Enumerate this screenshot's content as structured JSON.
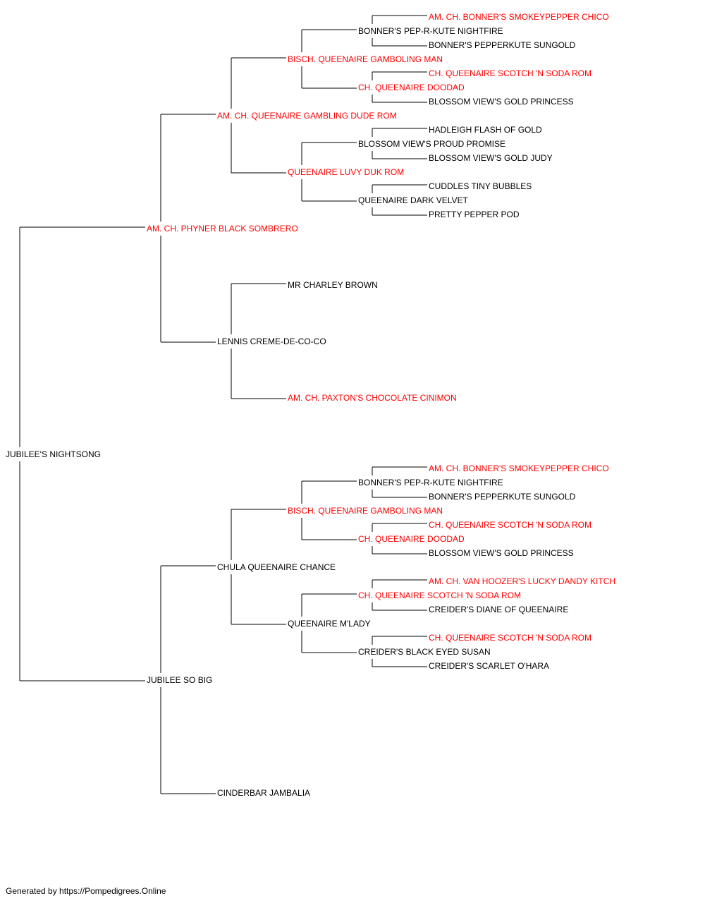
{
  "colors": {
    "champion": "#ff0000",
    "regular": "#000000",
    "line": "#000000"
  },
  "pedigree": {
    "name": "JUBILEE'S NIGHTSONG",
    "champion": false,
    "sire": {
      "name": "AM. CH. PHYNER BLACK SOMBRERO",
      "champion": true,
      "sire": {
        "name": "AM. CH. QUEENAIRE GAMBLING DUDE ROM",
        "champion": true,
        "sire": {
          "name": "BISCH. QUEENAIRE GAMBOLING MAN",
          "champion": true,
          "sire": {
            "name": "BONNER'S PEP-R-KUTE NIGHTFIRE",
            "champion": false,
            "sire": {
              "name": "AM. CH. BONNER'S SMOKEYPEPPER CHICO",
              "champion": true
            },
            "dam": {
              "name": "BONNER'S PEPPERKUTE SUNGOLD",
              "champion": false
            }
          },
          "dam": {
            "name": "CH. QUEENAIRE DOODAD",
            "champion": true,
            "sire": {
              "name": "CH. QUEENAIRE SCOTCH 'N SODA ROM",
              "champion": true
            },
            "dam": {
              "name": "BLOSSOM VIEW'S GOLD PRINCESS",
              "champion": false
            }
          }
        },
        "dam": {
          "name": "QUEENAIRE LUVY DUK ROM",
          "champion": true,
          "sire": {
            "name": "BLOSSOM VIEW'S PROUD PROMISE",
            "champion": false,
            "sire": {
              "name": "HADLEIGH FLASH OF GOLD",
              "champion": false
            },
            "dam": {
              "name": "BLOSSOM VIEW'S GOLD JUDY",
              "champion": false
            }
          },
          "dam": {
            "name": "QUEENAIRE DARK VELVET",
            "champion": false,
            "sire": {
              "name": "CUDDLES TINY BUBBLES",
              "champion": false
            },
            "dam": {
              "name": "PRETTY PEPPER POD",
              "champion": false
            }
          }
        }
      },
      "dam": {
        "name": "LENNIS CREME-DE-CO-CO",
        "champion": false,
        "sire": {
          "name": "MR CHARLEY BROWN",
          "champion": false
        },
        "dam": {
          "name": "AM. CH. PAXTON'S CHOCOLATE CINIMON",
          "champion": true
        }
      }
    },
    "dam": {
      "name": "JUBILEE SO BIG",
      "champion": false,
      "sire": {
        "name": "CHULA QUEENAIRE CHANCE",
        "champion": false,
        "sire": {
          "name": "BISCH. QUEENAIRE GAMBOLING MAN",
          "champion": true,
          "sire": {
            "name": "BONNER'S PEP-R-KUTE NIGHTFIRE",
            "champion": false,
            "sire": {
              "name": "AM. CH. BONNER'S SMOKEYPEPPER CHICO",
              "champion": true
            },
            "dam": {
              "name": "BONNER'S PEPPERKUTE SUNGOLD",
              "champion": false
            }
          },
          "dam": {
            "name": "CH. QUEENAIRE DOODAD",
            "champion": true,
            "sire": {
              "name": "CH. QUEENAIRE SCOTCH 'N SODA ROM",
              "champion": true
            },
            "dam": {
              "name": "BLOSSOM VIEW'S GOLD PRINCESS",
              "champion": false
            }
          }
        },
        "dam": {
          "name": "QUEENAIRE M'LADY",
          "champion": false,
          "sire": {
            "name": "CH. QUEENAIRE SCOTCH 'N SODA ROM",
            "champion": true,
            "sire": {
              "name": "AM. CH. VAN HOOZER'S LUCKY DANDY KITCH",
              "champion": true
            },
            "dam": {
              "name": "CREIDER'S DIANE OF QUEENAIRE",
              "champion": false
            }
          },
          "dam": {
            "name": "CREIDER'S BLACK EYED SUSAN",
            "champion": false,
            "sire": {
              "name": "CH. QUEENAIRE SCOTCH 'N SODA ROM",
              "champion": true
            },
            "dam": {
              "name": "CREIDER'S SCARLET O'HARA",
              "champion": false
            }
          }
        }
      },
      "dam": {
        "name": "CINDERBAR JAMBALIA",
        "champion": false
      }
    }
  },
  "footer": "Generated by https://Pompedigrees.Online"
}
